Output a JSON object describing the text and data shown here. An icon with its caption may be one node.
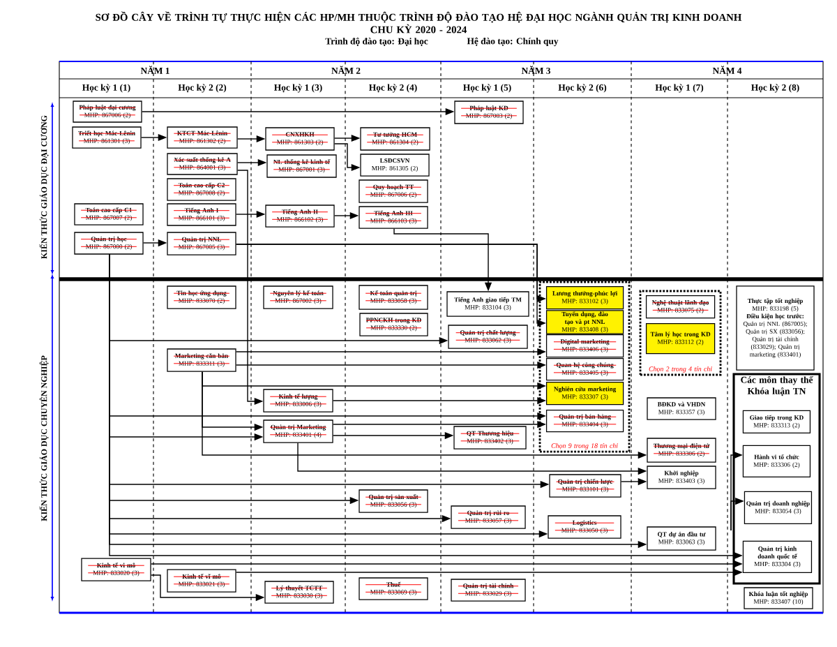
{
  "diagram": {
    "title": "SƠ ĐỒ CÂY VỀ TRÌNH TỰ THỰC HIỆN CÁC HP/MH THUỘC TRÌNH ĐỘ ĐÀO TẠO HỆ ĐẠI HỌC NGÀNH QUẢN TRỊ KINH DOANH CHU KỲ 2020 - 2024",
    "nodes": [
      {
        "text": [
          "Pháp luật đại cương",
          "MHP: 867006 (2)"
        ]
      },
      {
        "text": [
          "Triết học Mác-Lênin",
          "MHP: 861301 (3)"
        ]
      },
      {
        "text": [
          "Toán cao cấp C1",
          "MHP: 867007 (2)"
        ]
      },
      {
        "text": [
          "Quản trị học",
          "MHP: 867000 (2)"
        ]
      },
      {
        "text": [
          "KTCT Mác-Lênin",
          "MHP: 861302 (2)"
        ]
      },
      {
        "text": [
          "Xác suất thống kê A",
          "MHP: 864001 (3)"
        ]
      },
      {
        "text": [
          "Toán cao cấp C2",
          "MHP: 867008 (2)"
        ]
      },
      {
        "text": [
          "Tiếng Anh I",
          "MHP: 866101 (3)"
        ]
      },
      {
        "text": [
          "Quản trị NNL",
          "MHP: 867005 (3)"
        ]
      },
      {
        "text": [
          "CNXHKH",
          "MHP: 861303 (2)"
        ]
      },
      {
        "text": [
          "NL thống kê kinh tế",
          "MHP: 867001 (3)"
        ]
      },
      {
        "text": [
          "Tiếng Anh II",
          "MHP: 866102 (3)"
        ]
      },
      {
        "text": [
          "Tư tưởng HCM",
          "MHP: 861304 (2)"
        ]
      },
      {
        "text": [
          "LSĐCSVN",
          "MHP: 861305 (2)"
        ]
      },
      {
        "text": [
          "Quy hoạch TT",
          "MHP: 867006 (2)"
        ]
      },
      {
        "text": [
          "Tiếng Anh III",
          "MHP: 866103 (3)"
        ]
      },
      {
        "text": [
          "Pháp luật KD",
          "MHP: 867003 (2)"
        ]
      },
      {
        "text": [
          "Tin học ứng dụng",
          "MHP: 833070 (2)"
        ]
      },
      {
        "text": [
          "Marketing căn bản",
          "MHP: 833311 (3)"
        ]
      },
      {
        "text": [
          "Nguyên lý kế toán",
          "MHP: 867002 (3)"
        ]
      },
      {
        "text": [
          "Kinh tế lượng",
          "MHP: 833006 (3)"
        ]
      },
      {
        "text": [
          "Quản trị Marketing",
          "MHP: 833401 (4)"
        ]
      },
      {
        "text": [
          "Kế toán quản trị",
          "MHP: 833058 (3)"
        ]
      },
      {
        "text": [
          "PPNCKH trong KD",
          "MHP: 833330 (2)"
        ]
      },
      {
        "text": [
          "Tiếng Anh giao tiếp TM",
          "MHP: 833104 (3)"
        ]
      },
      {
        "text": [
          "Quản trị chất lượng",
          "MHP: 833062 (3)"
        ]
      },
      {
        "text": [
          "QT Thương hiệu",
          "MHP: 833402 (3)"
        ]
      },
      {
        "text": [
          "Chọn 9 trong 18 tín chỉ"
        ]
      },
      {
        "text": [
          "Lương thưởng-phúc lợi",
          "MHP: 833102 (3)"
        ],
        "in": 27
      },
      {
        "text": [
          "Tuyển dụng, đào tạo và pt NNL",
          "MHP: 833408 (3)"
        ],
        "in": 27
      },
      {
        "text": [
          "Digital marketing",
          "MHP: 833406 (3)"
        ],
        "in": 27
      },
      {
        "text": [
          "Quan hệ công chúng",
          "MHP: 833405 (3)"
        ],
        "in": 27
      },
      {
        "text": [
          "Nghiên cứu marketing",
          "MHP: 833307 (3)"
        ],
        "in": 27
      },
      {
        "text": [
          "Quản trị bán hàng",
          "MHP: 833404 (3)"
        ],
        "in": 27
      },
      {
        "text": [
          "Chọn 2 trong 4 tín chỉ"
        ]
      },
      {
        "text": [
          "Nghệ thuật lãnh đạo",
          "MHP: 833075 (2)"
        ],
        "in": 34
      },
      {
        "text": [
          "Tâm lý học trong KD",
          "MHP: 833112 (2)"
        ],
        "in": 34
      },
      {
        "text": [
          "BĐKD và VHDN",
          "MHP: 833357 (3)"
        ]
      },
      {
        "text": [
          "Thương mại điện tử",
          "MHP: 833306 (2)"
        ]
      },
      {
        "text": [
          "Khởi nghiệp",
          "MHP: 833403 (3)"
        ]
      },
      {
        "text": [
          "QT dự án đầu tư",
          "MHP: 833063 (3)"
        ]
      },
      {
        "text": [
          "Thực tập tốt nghiệp",
          "MHP: 833198 (5)",
          "Điều kiện học trước:",
          "Quản trị NNL (867005); Quản trị SX (833056); Quản trị tài chính (833029); Quản trị marketing (833401)"
        ]
      },
      {
        "text": [
          "Các môn thay thế Khóa luận TN"
        ]
      },
      {
        "text": [
          "Giao tiếp trong KD",
          "MHP: 833313 (2)"
        ],
        "in": 42
      },
      {
        "text": [
          "Hành vi tổ chức",
          "MHP: 833306 (2)"
        ],
        "in": 42
      },
      {
        "text": [
          "Quản trị doanh nghiệp",
          "MHP: 833054 (3)"
        ],
        "in": 42
      },
      {
        "text": [
          "Quản trị kinh doanh quốc tế",
          "MHP: 833304 (3)"
        ],
        "in": 42
      },
      {
        "text": [
          "Khóa luận tốt nghiệp",
          "MHP: 833407 (10)"
        ]
      },
      {
        "text": [
          "Quản trị chiến lược",
          "MHP: 833101 (3)"
        ]
      },
      {
        "text": [
          "Logistics",
          "MHP: 833050 (3)"
        ]
      },
      {
        "text": [
          "Quản trị rủi ro",
          "MHP: 833057 (3)"
        ]
      },
      {
        "text": [
          "Quản trị tài chính",
          "MHP: 833029 (3)"
        ]
      },
      {
        "text": [
          "Quản trị sản xuất",
          "MHP: 833056 (3)"
        ]
      },
      {
        "text": [
          "Thuế",
          "MHP: 833069 (3)"
        ]
      },
      {
        "text": [
          "Kinh tế vi mô",
          "MHP: 833020 (3)"
        ]
      },
      {
        "text": [
          "Kinh tế vĩ mô",
          "MHP: 833021 (3)"
        ]
      },
      {
        "text": [
          "Lý thuyết TCTT",
          "MHP: 833030 (3)"
        ]
      }
    ],
    "edges": [
      {
        "from": 0,
        "to": 16,
        "arrow": "to"
      },
      {
        "from": 1,
        "to": 4,
        "arrow": "to"
      },
      {
        "from": 4,
        "to": 9,
        "arrow": "to"
      },
      {
        "from": 9,
        "to": 12,
        "arrow": "to"
      },
      {
        "from": 9,
        "to": 13,
        "arrow": "to"
      },
      {
        "from": 5,
        "to": 10,
        "arrow": "to"
      },
      {
        "from": 7,
        "to": 11,
        "arrow": "to"
      },
      {
        "from": 11,
        "to": 15,
        "arrow": "to"
      },
      {
        "from": 3,
        "to": 8,
        "arrow": "to"
      },
      {
        "from": 15,
        "to": 24,
        "arrow": "to"
      },
      {
        "from": 8,
        "to": 28,
        "arrow": "to"
      },
      {
        "from": 8,
        "to": 29,
        "arrow": "to"
      },
      {
        "from": 5,
        "to": 20,
        "arrow": "to"
      },
      {
        "from": 3,
        "to": 25,
        "arrow": "to"
      },
      {
        "from": 18,
        "to": 30,
        "arrow": "to"
      },
      {
        "from": 18,
        "to": 31,
        "arrow": "to"
      },
      {
        "from": 18,
        "to": 32,
        "arrow": "to"
      },
      {
        "from": 20,
        "to": 32,
        "arrow": "to"
      },
      {
        "from": 3,
        "to": 33,
        "arrow": "to"
      },
      {
        "from": 21,
        "to": 33,
        "arrow": "to"
      },
      {
        "from": 18,
        "to": 21,
        "arrow": "to"
      },
      {
        "from": 3,
        "to": 21,
        "arrow": "to"
      },
      {
        "from": 21,
        "to": 26,
        "arrow": "to"
      },
      {
        "from": 18,
        "to": 38,
        "arrow": "to"
      },
      {
        "from": 21,
        "to": 39,
        "arrow": "to"
      },
      {
        "from": 3,
        "to": 48,
        "arrow": "to"
      },
      {
        "from": 48,
        "to": 39,
        "arrow": "to"
      },
      {
        "from": 3,
        "to": 52,
        "arrow": "to"
      },
      {
        "from": 3,
        "to": 50,
        "arrow": "to"
      },
      {
        "from": 3,
        "to": 49,
        "arrow": "to"
      },
      {
        "from": 3,
        "to": 40,
        "arrow": "to"
      },
      {
        "from": 3,
        "to": 46,
        "arrow": "to"
      },
      {
        "from": 54,
        "to": 46,
        "arrow": "to"
      },
      {
        "from": 55,
        "to": 46,
        "arrow": "to"
      },
      {
        "from": 54,
        "to": 56,
        "arrow": "to"
      },
      {
        "from": null,
        "to": 44,
        "arrow": "to"
      },
      {
        "from": null,
        "to": 45,
        "arrow": "to"
      }
    ],
    "labels": [
      "Trình độ đào tạo: Đại học",
      "Hệ đào tạo: Chính quy",
      "NĂM 1",
      "NĂM 2",
      "NĂM 3",
      "NĂM 4",
      "Học kỳ 1 (1)",
      "Học kỳ 2 (2)",
      "Học kỳ 1 (3)",
      "Học kỳ 2 (4)",
      "Học kỳ 1 (5)",
      "Học kỳ 2 (6)",
      "Học kỳ 1 (7)",
      "Học kỳ 2 (8)",
      "KIẾN THỨC GIÁO DỤC ĐẠI CƯƠNG",
      "KIẾN THỨC GIÁO DỤC CHUYÊN NGHIỆP"
    ]
  }
}
